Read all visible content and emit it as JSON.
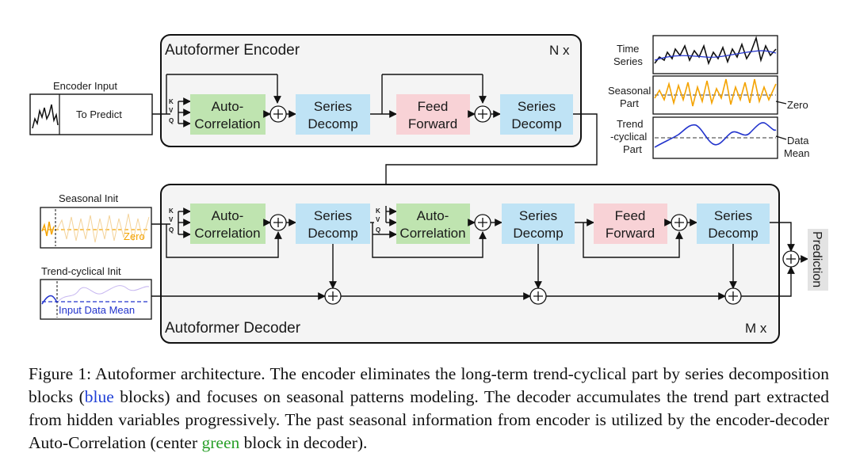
{
  "encoder": {
    "title": "Autoformer Encoder",
    "repeat": "N x",
    "input_label": "Encoder Input",
    "to_predict": "To Predict",
    "autocorr": [
      "Auto-",
      "Correlation"
    ],
    "decomp": [
      "Series",
      "Decomp"
    ],
    "feed": [
      "Feed",
      "Forward"
    ],
    "kvq": [
      "K",
      "V",
      "Q"
    ]
  },
  "decoder": {
    "title": "Autoformer Decoder",
    "repeat": "M x",
    "seasonal_init": "Seasonal Init",
    "trend_init": "Trend-cyclical Init",
    "zero": "Zero",
    "input_data_mean": "Input Data Mean",
    "prediction": "Prediction"
  },
  "legend": {
    "time_series": [
      "Time",
      "Series"
    ],
    "seasonal_part": [
      "Seasonal",
      "Part"
    ],
    "trend_part": [
      "Trend",
      "-cyclical",
      "Part"
    ],
    "zero": "Zero",
    "data_mean": [
      "Data",
      "Mean"
    ]
  },
  "colors": {
    "decomp_blue": "#bfe3f5",
    "autocorr_green": "#bfe4b0",
    "feed_pink": "#f8d2d6",
    "series_orange": "#f4a300",
    "series_blue": "#2233cc"
  },
  "caption": {
    "part1": "Figure 1: Autoformer architecture. The encoder eliminates the long-term trend-cyclical part by series decomposition blocks (",
    "blue_word": "blue",
    "part2": " blocks) and focuses on seasonal patterns modeling. The decoder accumulates the trend part extracted from hidden variables progressively. The past seasonal information from encoder is utilized by the encoder-decoder Auto-Correlation (center ",
    "green_word": "green",
    "part3": " block in decoder)."
  }
}
